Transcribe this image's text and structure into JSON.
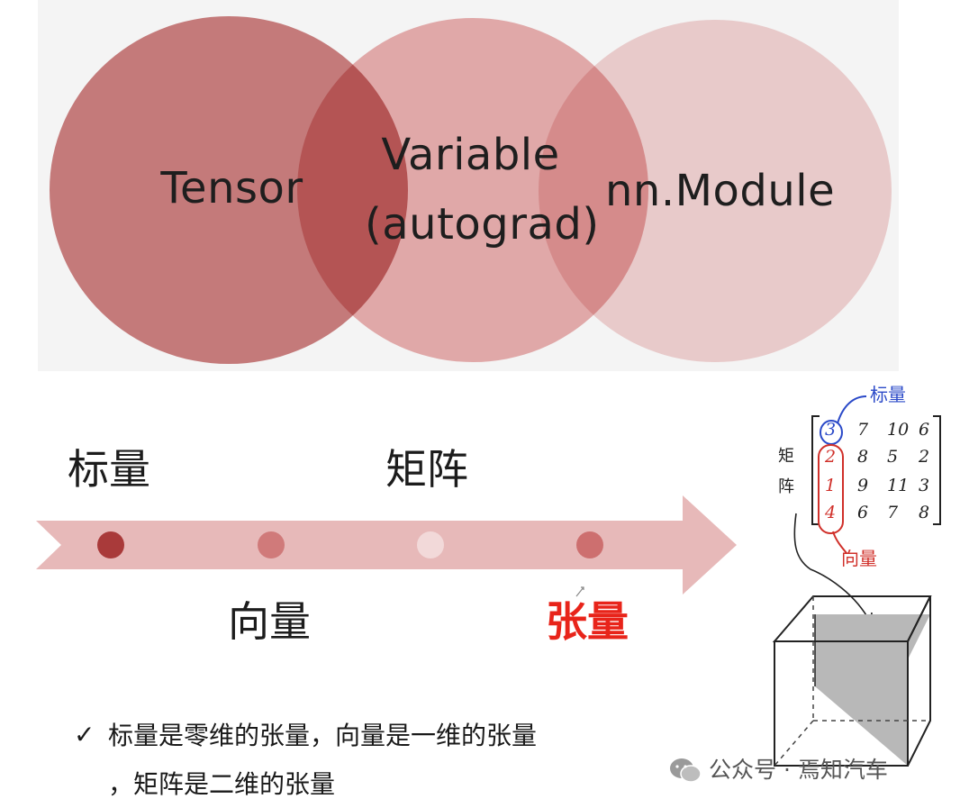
{
  "venn": {
    "circle_left": "Tensor",
    "circle_middle_line1": "Variable",
    "circle_middle_line2": "(autograd)",
    "circle_right": "nn.Module",
    "colors": {
      "left": "#cd8080",
      "middle": "#ebb0b0",
      "right": "#f3d3d3"
    }
  },
  "progression": {
    "labels": {
      "scalar": "标量",
      "vector": "向量",
      "matrix": "矩阵",
      "tensor": "张量"
    },
    "arrow_color": "#e7b9b9",
    "dot_colors": [
      "#a93a3a",
      "#d07a7a",
      "#f2d9d9",
      "#cd6f6f"
    ],
    "highlight_color": "#e8241a"
  },
  "sketch": {
    "scalar_note": "标量",
    "matrix_note": [
      "矩",
      "阵"
    ],
    "vector_note": "向量",
    "matrix_rows": [
      [
        "3",
        "7",
        "10",
        "6"
      ],
      [
        "2",
        "8",
        "5",
        "2"
      ],
      [
        "1",
        "9",
        "11",
        "3"
      ],
      [
        "4",
        "6",
        "7",
        "8"
      ]
    ]
  },
  "notes": {
    "check": "✓",
    "line1": "标量是零维的张量，向量是一维的张量",
    "line2": "，矩阵是二维的张量"
  },
  "watermark": {
    "text": "公众号 · 焉知汽车",
    "icon": "wechat-icon"
  }
}
